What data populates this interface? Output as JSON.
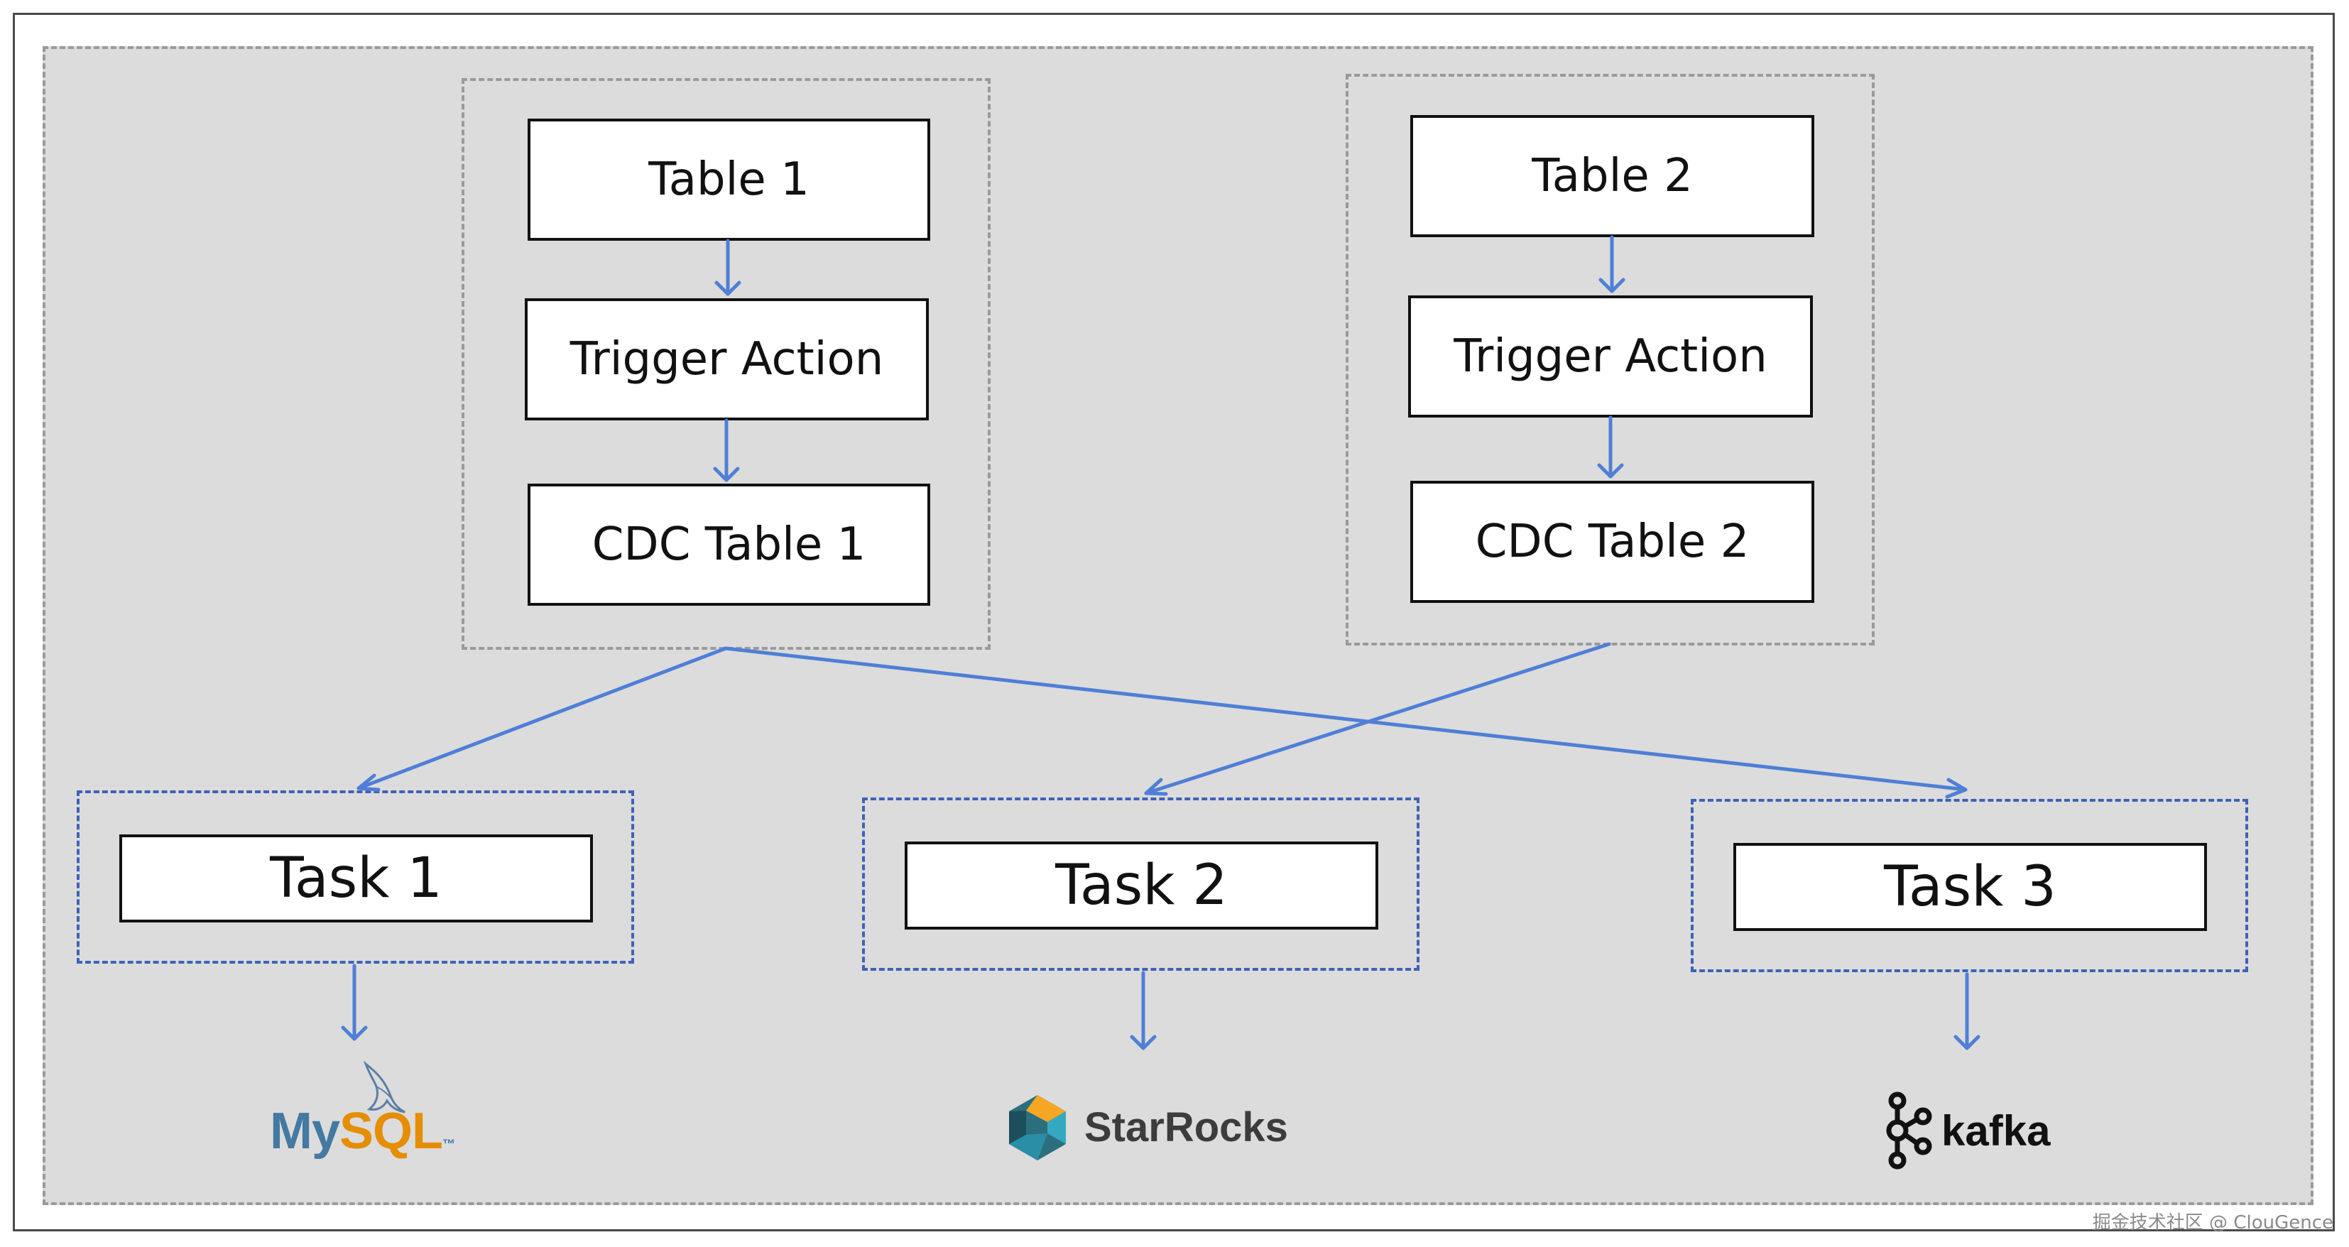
{
  "pipelines": [
    {
      "table": "Table 1",
      "trigger": "Trigger Action",
      "cdc": "CDC Table 1"
    },
    {
      "table": "Table 2",
      "trigger": "Trigger Action",
      "cdc": "CDC Table 2"
    }
  ],
  "tasks": [
    {
      "label": "Task 1",
      "target": "MySQL"
    },
    {
      "label": "Task 2",
      "target": "StarRocks"
    },
    {
      "label": "Task 3",
      "target": "kafka"
    }
  ],
  "colors": {
    "arrow": "#4f7fd6",
    "task_border": "#3f62b7",
    "panel": "#dcdcdc"
  },
  "watermark": "掘金技术社区 @ ClouGence"
}
